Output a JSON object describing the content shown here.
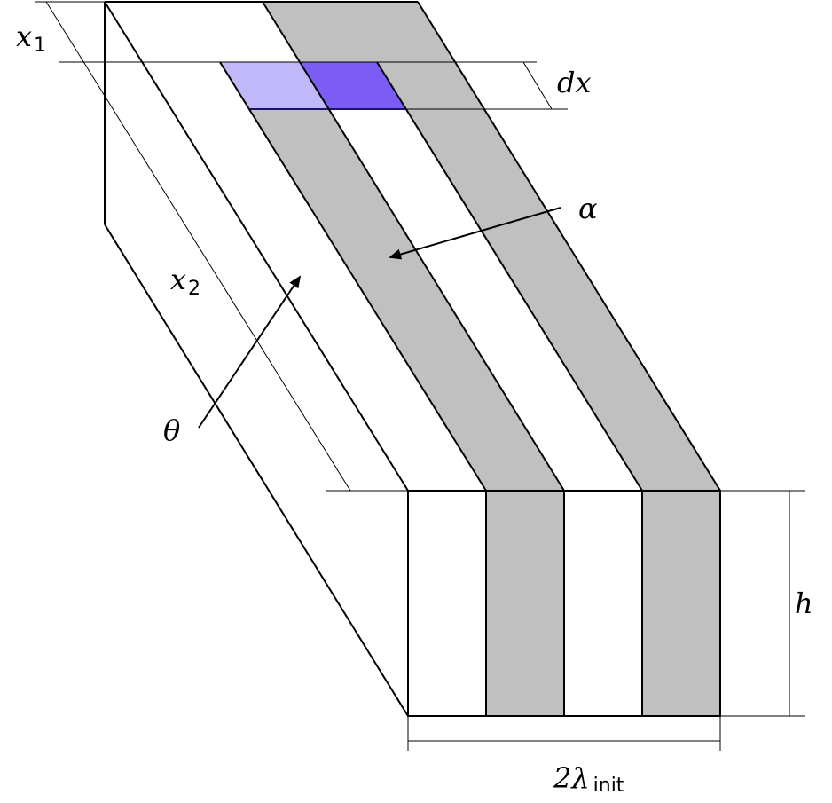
{
  "labels": {
    "x1": "x",
    "x1_sub": "1",
    "x2": "x",
    "x2_sub": "2",
    "dx": "dx",
    "alpha": "α",
    "theta": "θ",
    "h": "h",
    "two_lambda_coeff": "2",
    "two_lambda_symbol": "λ",
    "two_lambda_sub": "init"
  },
  "colors": {
    "stripe_gray": "#c0c0c0",
    "cell_light": "#c0b8f8",
    "cell_dark": "#7b5cf5",
    "line": "#000000",
    "cell_edge": "#3a28d8"
  }
}
